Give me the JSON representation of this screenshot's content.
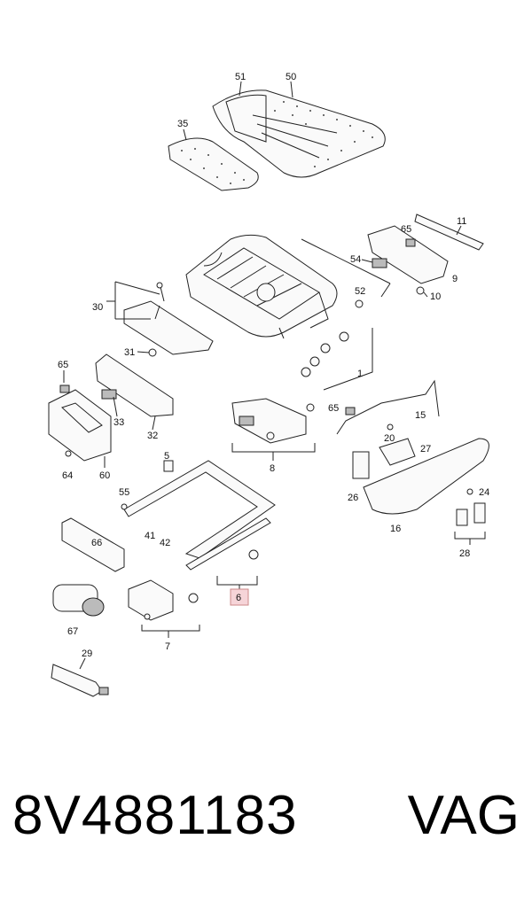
{
  "labels": {
    "l51": "51",
    "l50": "50",
    "l35": "35",
    "l11": "11",
    "l65a": "65",
    "l54": "54",
    "l9": "9",
    "l52": "52",
    "l10": "10",
    "l30": "30",
    "l31": "31",
    "l1": "1",
    "l65b": "65",
    "l33": "33",
    "l32": "32",
    "l64": "64",
    "l60": "60",
    "l65c": "65",
    "l15": "15",
    "l8": "8",
    "l20": "20",
    "l27": "27",
    "l5": "5",
    "l26": "26",
    "l24": "24",
    "l16": "16",
    "l55": "55",
    "l41": "41",
    "l42": "42",
    "l66": "66",
    "l28": "28",
    "l6": "6",
    "l67": "67",
    "l7": "7",
    "l29": "29"
  },
  "footer": {
    "part_number": "8V4881183",
    "brand": "VAG"
  }
}
